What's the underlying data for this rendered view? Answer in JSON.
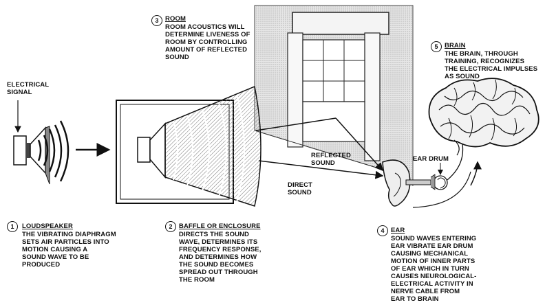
{
  "labels": {
    "electrical_signal": "ELECTRICAL\nSIGNAL",
    "reflected_sound": "REFLECTED\nSOUND",
    "direct_sound": "DIRECT\nSOUND",
    "ear_drum": "EAR DRUM"
  },
  "steps": [
    {
      "number": "1",
      "title": "LOUDSPEAKER",
      "text": "THE VIBRATING DIAPHRAGM\nSETS AIR PARTICLES INTO\nMOTION CAUSING A\nSOUND WAVE TO BE\nPRODUCED"
    },
    {
      "number": "2",
      "title": "BAFFLE OR ENCLOSURE",
      "text": "DIRECTS THE SOUND\nWAVE, DETERMINES ITS\nFREQUENCY RESPONSE,\nAND DETERMINES HOW\nTHE SOUND BECOMES\nSPREAD OUT THROUGH\nTHE ROOM"
    },
    {
      "number": "3",
      "title": "ROOM",
      "text": "ROOM ACOUSTICS WILL\nDETERMINE LIVENESS OF\nROOM BY CONTROLLING\nAMOUNT OF REFLECTED\nSOUND"
    },
    {
      "number": "4",
      "title": "EAR",
      "text": "SOUND WAVES ENTERING\nEAR VIBRATE EAR DRUM\nCAUSING MECHANICAL\nMOTION OF INNER PARTS\nOF EAR WHICH IN TURN\nCAUSES NEUROLOGICAL-\nELECTRICAL ACTIVITY IN\nNERVE CABLE FROM\nEAR TO BRAIN"
    },
    {
      "number": "5",
      "title": "BRAIN",
      "text": "THE BRAIN, THROUGH\nTRAINING, RECOGNIZES\nTHE ELECTRICAL IMPULSES\nAS SOUND"
    }
  ]
}
